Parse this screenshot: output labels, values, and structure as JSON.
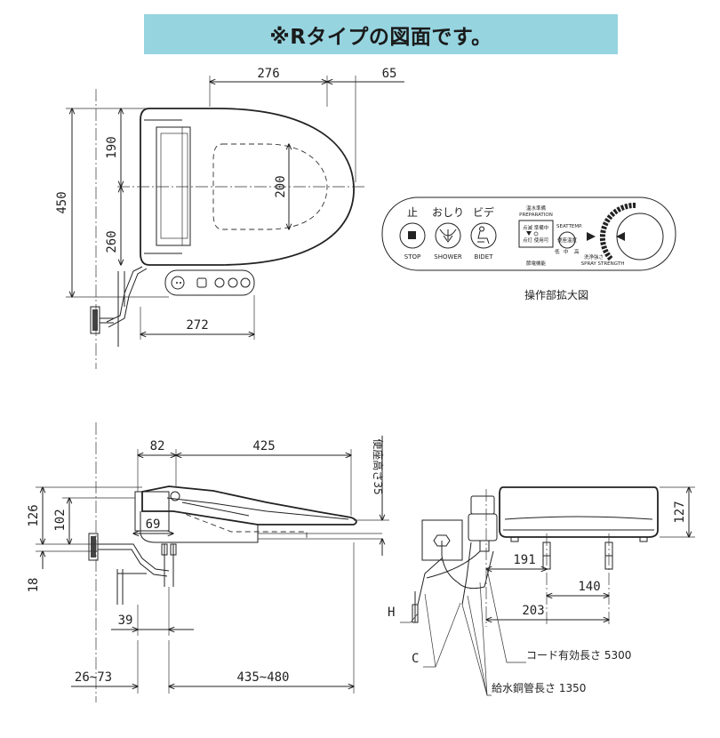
{
  "banner": {
    "text": "※Rタイプの図面です。"
  },
  "top_view": {
    "dims": {
      "d276": "276",
      "d65": "65",
      "d450": "450",
      "d190": "190",
      "d260": "260",
      "d200": "200",
      "d272": "272"
    }
  },
  "panel": {
    "stop_jp": "止",
    "stop_en": "STOP",
    "shower_jp": "おしり",
    "shower_en": "SHOWER",
    "bidet_jp": "ビデ",
    "bidet_en": "BIDET",
    "prep_jp": "温水準備",
    "prep_en": "PREPARATION",
    "prep_row1": "点滅 準備中",
    "prep_row2": "点灯 使用可",
    "brand": "節電機能",
    "seat_temp": "SEATTEMP.",
    "seat_btn": "便座温度",
    "seat_low": "低",
    "seat_mid": "中",
    "seat_high": "高",
    "spray_jp": "洗浄強さ",
    "spray_en": "SPRAY STRENGTH",
    "caption": "操作部拡大図"
  },
  "side_view": {
    "dims": {
      "d82": "82",
      "d425": "425",
      "d126": "126",
      "d102": "102",
      "d69": "69",
      "d18": "18",
      "d39": "39",
      "d26_73": "26~73",
      "d435_480": "435~480"
    },
    "seat_height": "便座高さ35"
  },
  "back_view": {
    "dims": {
      "d127": "127",
      "d191": "191",
      "d140": "140",
      "d203": "203"
    },
    "labels": {
      "h": "H",
      "c": "C",
      "cord": "コード有効長さ 5300",
      "hose": "給水銅管長さ 1350"
    }
  }
}
